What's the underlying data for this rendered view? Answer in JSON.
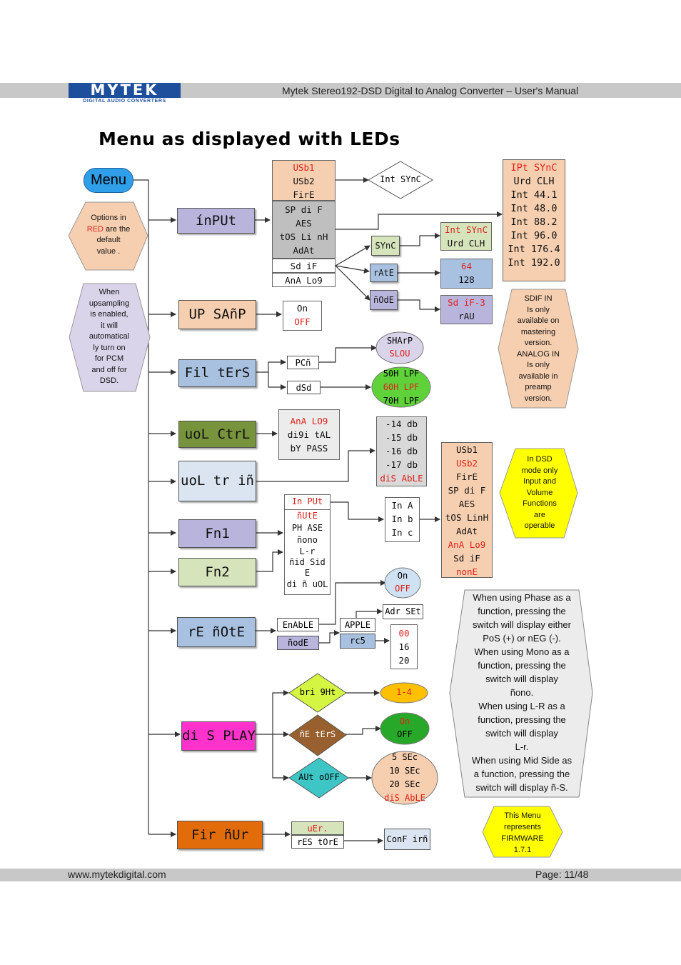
{
  "header": {
    "logo_text": "MYTEK",
    "logo_subtext": "DIGITAL AUDIO CONVERTERS",
    "document_title": "Mytek Stereo192-DSD Digital to Analog Converter – User's Manual"
  },
  "page_title": "Menu as displayed with LEDs",
  "menu_label": "Menu",
  "notes": {
    "default_note": {
      "line1": "Options in",
      "red": "RED",
      "rest": " are the",
      "line3": "default",
      "line4": "value ."
    },
    "upsampling_note": [
      "When",
      "upsampling",
      "is enabled,",
      "it will",
      "automatical",
      "ly turn on",
      "for PCM",
      "and off for",
      "DSD."
    ],
    "spdif_note": [
      "SDIF IN",
      "Is only",
      "available on",
      "mastering",
      "version.",
      "ANALOG IN",
      "Is only",
      "available in",
      "preamp",
      "version."
    ],
    "dsd_note": [
      "In DSD",
      "mode only",
      "Input and",
      "Volume",
      "Functions",
      "are",
      "operable"
    ],
    "phase_note": [
      "When using Phase as a",
      "function, pressing the",
      "switch will display either",
      "PoS (+) or nEG (-).",
      "When using Mono as a",
      "function, pressing the",
      "switch will display",
      "ñono.",
      "When using L-R as a",
      "function, pressing the",
      "switch will display",
      "L-r.",
      "When using Mid Side as",
      "a function, pressing the",
      "switch will display ñ-S."
    ],
    "firmware_note": [
      "This Menu",
      "represents",
      "FIRMWARE",
      "1.7.1"
    ]
  },
  "menu_items": {
    "input": "ínPUt",
    "upsamp": "UP SAñP",
    "filters": "Fil tErS",
    "volctrl": "uoL CtrL",
    "voltrim": "uoL tr iñ",
    "fn1": "Fn1",
    "fn2": "Fn2",
    "remote": "rE ñOtE",
    "display": "di S PLAY",
    "firmware": "Fir ñUr"
  },
  "input": {
    "usb_group": [
      {
        "t": "USb1",
        "red": true
      },
      {
        "t": "USb2",
        "red": false
      },
      {
        "t": "FirE",
        "red": false
      }
    ],
    "digital_group": [
      "SP di F",
      "AES",
      "tOS Li nH",
      "AdAt"
    ],
    "sdif": "Sd iF",
    "analog": "AnA Lo9",
    "int_sync": "Int SYnC",
    "sync": "SYnC",
    "rate": "rAtE",
    "mode": "ñOdE",
    "sync_options": [
      {
        "t": "Int SYnC",
        "red": true
      },
      {
        "t": "Urd CLH",
        "red": false
      }
    ],
    "rate_options": [
      {
        "t": "64",
        "red": true
      },
      {
        "t": "128",
        "red": false
      }
    ],
    "mode_options": [
      {
        "t": "Sd iF-3",
        "red": true
      },
      {
        "t": "rAU",
        "red": false
      }
    ],
    "clock_options": [
      {
        "t": "IPt SYnC",
        "red": true
      },
      {
        "t": "Urd CLH",
        "red": false
      },
      {
        "t": "Int 44.1",
        "red": false
      },
      {
        "t": "Int 48.0",
        "red": false
      },
      {
        "t": "Int 88.2",
        "red": false
      },
      {
        "t": "Int 96.0",
        "red": false
      },
      {
        "t": "Int 176.4",
        "red": false
      },
      {
        "t": "Int 192.0",
        "red": false
      }
    ]
  },
  "upsamp": {
    "on": "On",
    "off": "OFF"
  },
  "filters": {
    "pcm": "PCñ",
    "dsd": "dSd",
    "pcm_options": [
      {
        "t": "SHArP",
        "red": false
      },
      {
        "t": "SLOU",
        "red": true
      }
    ],
    "dsd_options": [
      {
        "t": "50H LPF",
        "red": false
      },
      {
        "t": "60H LPF",
        "red": true
      },
      {
        "t": "70H LPF",
        "red": false
      }
    ]
  },
  "volctrl_options": [
    {
      "t": "AnA LO9",
      "red": true
    },
    {
      "t": "di9i tAL",
      "red": false
    },
    {
      "t": "bY PASS",
      "red": false
    }
  ],
  "voltrim_options": [
    {
      "t": "-14 db",
      "red": false
    },
    {
      "t": "-15 db",
      "red": false
    },
    {
      "t": "-16 db",
      "red": false
    },
    {
      "t": "-17 db",
      "red": false
    },
    {
      "t": "diS AbLE",
      "red": true
    }
  ],
  "fn_options": [
    {
      "t": "In PUt",
      "red": true
    },
    {
      "t": "ñUtE",
      "red": true
    },
    {
      "t": "PH ASE",
      "red": false
    },
    {
      "t": "ñono",
      "red": false
    },
    {
      "t": "L-r",
      "red": false
    },
    {
      "t": "ñid Sid",
      "red": false
    },
    {
      "t": "E",
      "red": false
    },
    {
      "t": "di ñ uOL",
      "red": false
    }
  ],
  "fn_input_options": [
    "In A",
    "In b",
    "In c"
  ],
  "fn_input_sources": [
    {
      "t": "USb1",
      "red": false
    },
    {
      "t": "USb2",
      "red": true
    },
    {
      "t": "FirE",
      "red": false
    },
    {
      "t": "SP di F",
      "red": false
    },
    {
      "t": "AES",
      "red": false
    },
    {
      "t": "tOS LinH",
      "red": false
    },
    {
      "t": "AdAt",
      "red": false
    },
    {
      "t": "AnA Lo9",
      "red": true
    },
    {
      "t": "Sd iF",
      "red": false
    },
    {
      "t": "nonE",
      "red": true
    }
  ],
  "remote": {
    "enable": "EnAbLE",
    "mode": "ñodE",
    "on": "On",
    "off": "OFF",
    "apple": "APPLE",
    "rc5": "rc5",
    "adr_set": "Adr SEt",
    "rc5_options": [
      {
        "t": "00",
        "red": true
      },
      {
        "t": "16",
        "red": false
      },
      {
        "t": "20",
        "red": false
      }
    ]
  },
  "display": {
    "brightness": "bri 9Ht",
    "brightness_value": "1-4",
    "meters": "ñE tErS",
    "meters_on": "On",
    "meters_off": "OFF",
    "auto_off": "AUt oOFF",
    "auto_off_options": [
      {
        "t": "5 SEc",
        "red": false
      },
      {
        "t": "10 SEc",
        "red": false
      },
      {
        "t": "20 SEc",
        "red": false
      },
      {
        "t": "diS AbLE",
        "red": true
      }
    ]
  },
  "firmware": {
    "version": "uEr.",
    "restore": "rES tOrE",
    "confirm": "ConF irñ"
  },
  "footer": {
    "url": "www.mytekdigital.com",
    "page": "Page: 11/48"
  },
  "colors": {
    "header_band": "#c8c8c8",
    "logo_blue": "#1e4f9c",
    "default_red": "#e0201b",
    "menu_blue": "#2e9fe8",
    "salmon": "#f6cfb0",
    "lavender": "#b8b4dc",
    "steel_blue": "#a8c1e0",
    "olive": "#77933c",
    "light_green": "#d6e4bc",
    "orange": "#e36c0a",
    "magenta": "#ff33cc",
    "yellow": "#ffff00",
    "gray": "#d9d9d9"
  }
}
